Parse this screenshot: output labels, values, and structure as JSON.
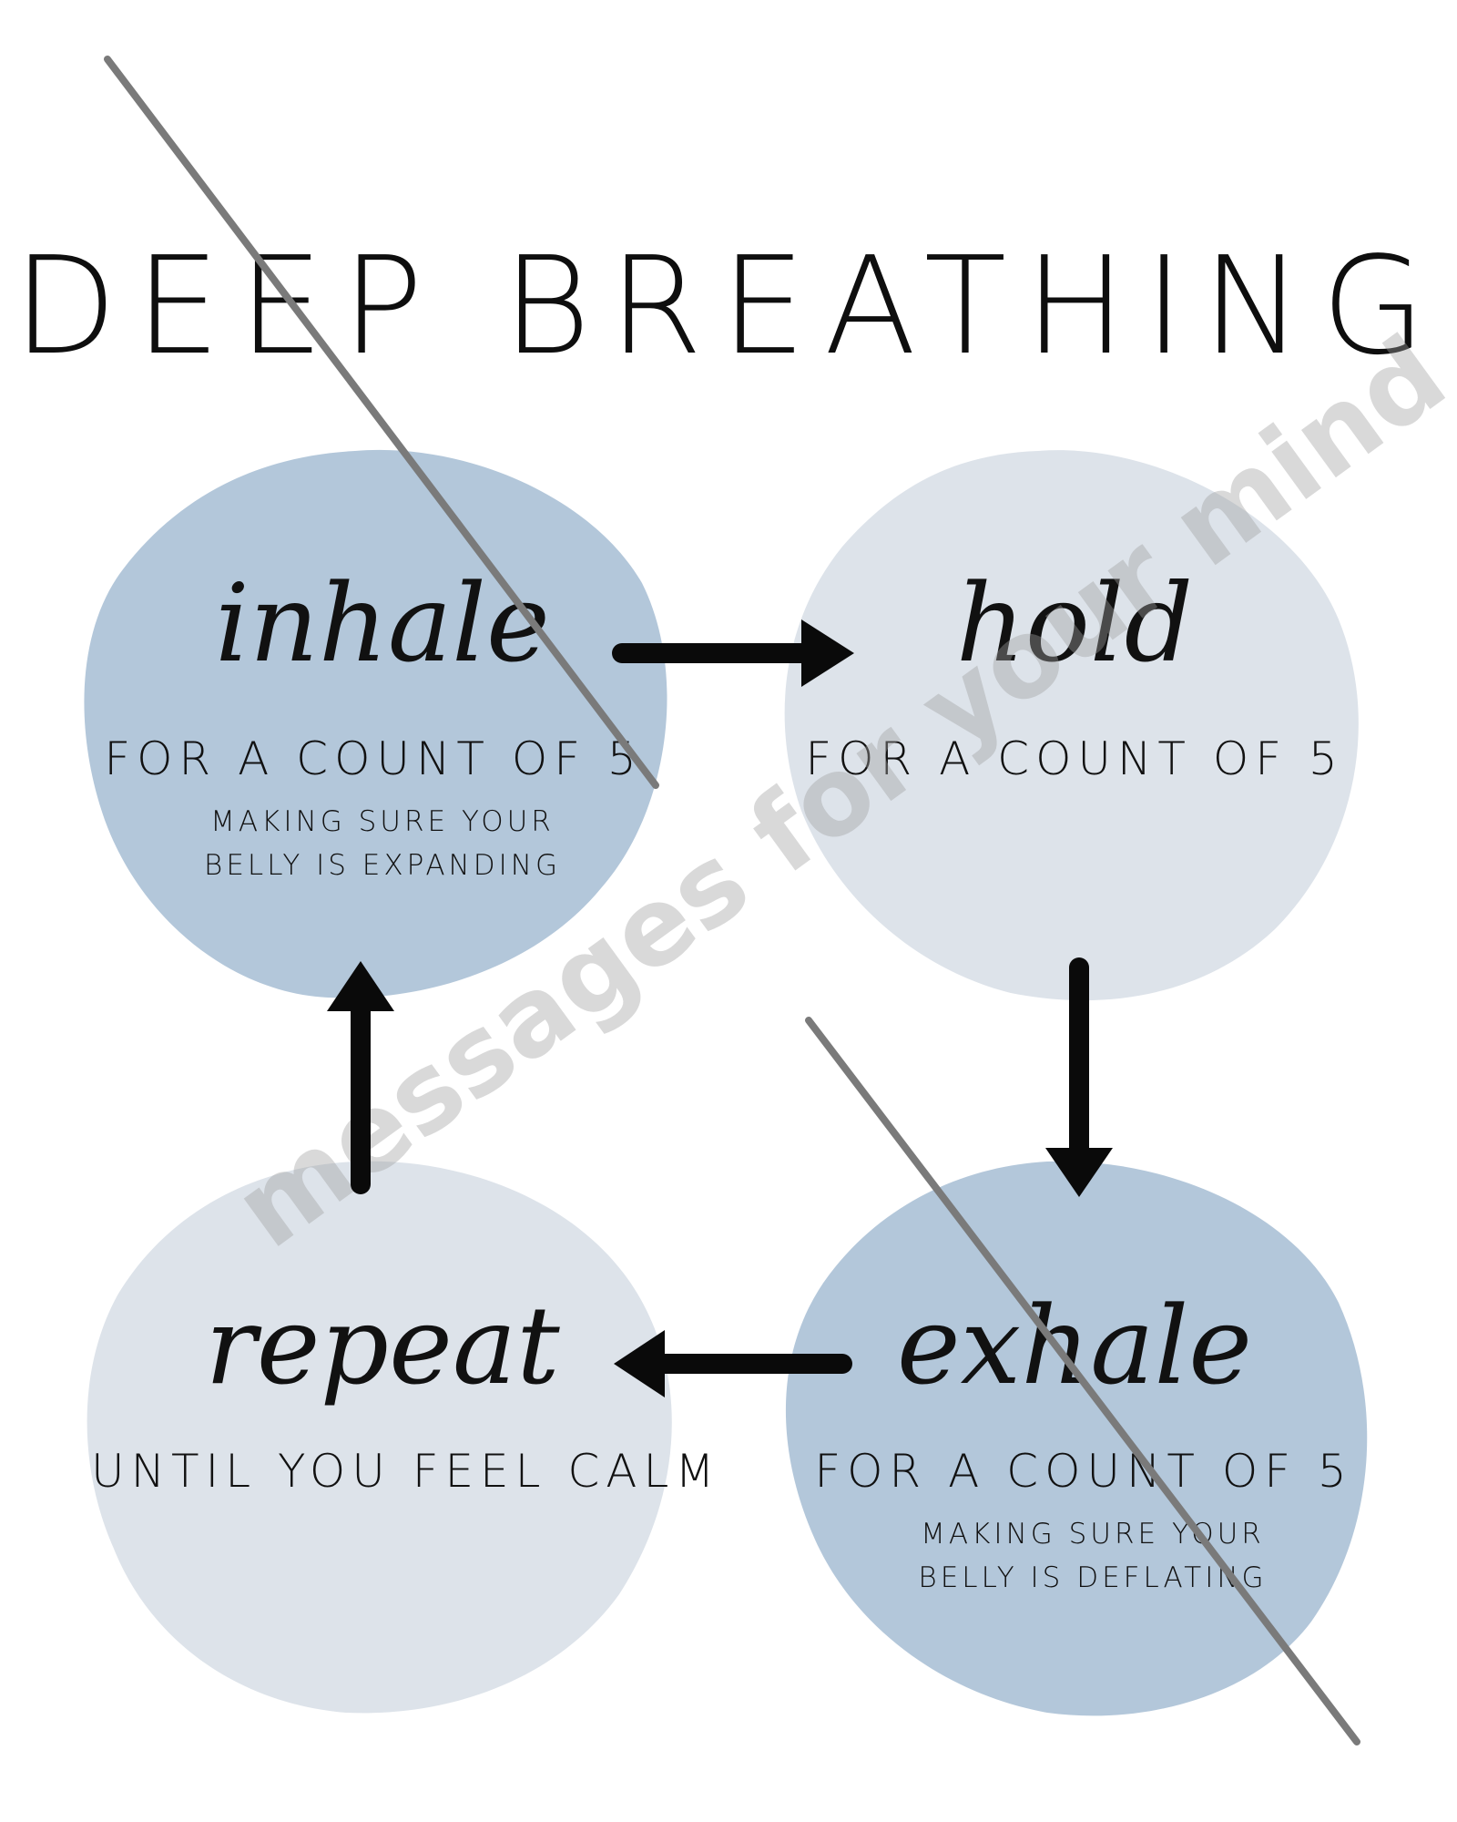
{
  "title": "DEEP BREATHING",
  "colors": {
    "blob_dark": "#b3c7da",
    "blob_light": "#dde3ea",
    "arrow": "#0a0a0a",
    "diagonal_line": "#7a7a7a",
    "watermark": "#a0a0a0"
  },
  "steps": {
    "inhale": {
      "word": "inhale",
      "sub": "FOR A COUNT OF 5",
      "note_line1": "MAKING SURE YOUR",
      "note_line2": "BELLY IS EXPANDING"
    },
    "hold": {
      "word": "hold",
      "sub": "FOR A COUNT OF 5"
    },
    "exhale": {
      "word": "exhale",
      "sub": "FOR A COUNT OF 5",
      "note_line1": "MAKING SURE YOUR",
      "note_line2": "BELLY IS DEFLATING"
    },
    "repeat": {
      "word": "repeat",
      "sub": "UNTIL YOU FEEL CALM"
    }
  },
  "watermark": "messages for your mind"
}
